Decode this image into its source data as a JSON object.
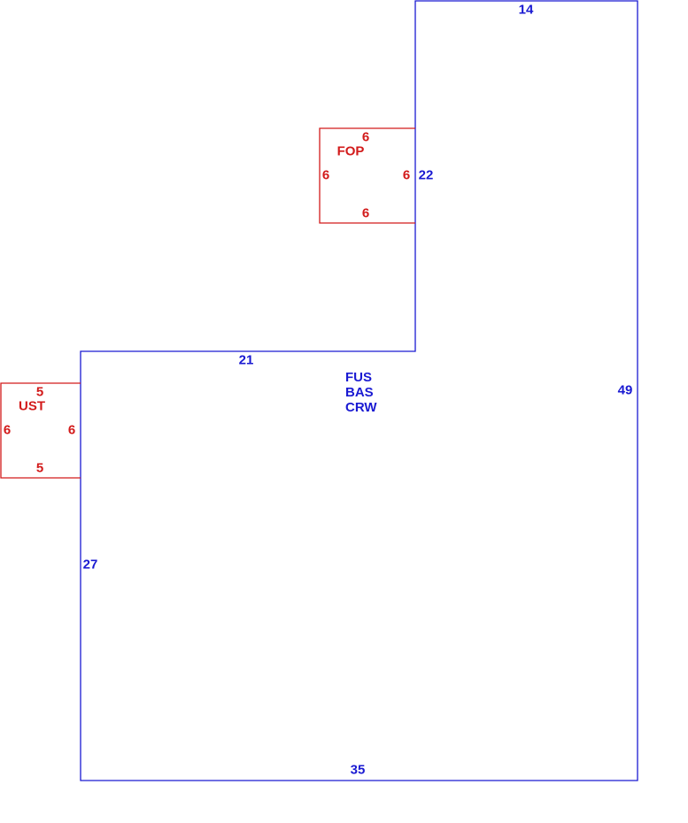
{
  "colors": {
    "main_outline": "#1a1ad2",
    "sub_outline": "#d21a1a"
  },
  "main_area": {
    "codes": [
      "FUS",
      "BAS",
      "CRW"
    ],
    "dimensions": {
      "top": "14",
      "upper_left": "22",
      "step": "21",
      "left": "27",
      "right": "49",
      "bottom": "35"
    }
  },
  "fop": {
    "code": "FOP",
    "dimensions": {
      "top": "6",
      "left": "6",
      "right": "6",
      "bottom": "6"
    }
  },
  "ust": {
    "code": "UST",
    "dimensions": {
      "top": "5",
      "left": "6",
      "right": "6",
      "bottom": "5"
    }
  }
}
